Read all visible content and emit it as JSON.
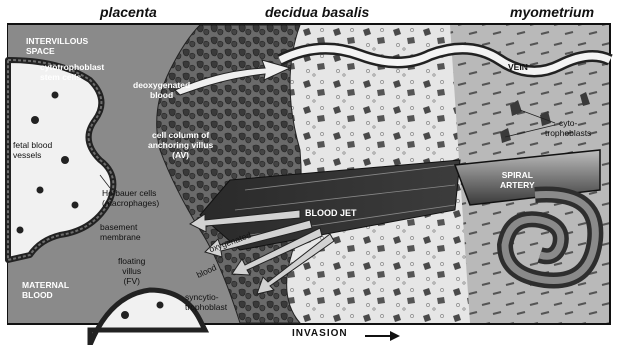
{
  "headers": {
    "placenta": "placenta",
    "decidua": "decidua basalis",
    "myometrium": "myometrium"
  },
  "labels": {
    "intervillous_space": "INTERVILLOUS\nSPACE",
    "cytotrophoblast_stem": "cytotrophoblast\nstem cells",
    "deoxygenated_blood": "deoxygenated\nblood",
    "vein": "VEIN",
    "fetal_blood_vessels": "fetal blood\nvessels",
    "cell_column": "cell column of\nanchoring villus\n(AV)",
    "cytotrophoblasts": "cyto-\ntrophoblasts",
    "hofbauer": "Hofbauer cells\n(macrophages)",
    "blood_jet": "BLOOD JET",
    "spiral_artery": "SPIRAL\nARTERY",
    "basement_membrane": "basement\nmembrane",
    "oxygenated": "oxygenated",
    "blood": "blood",
    "floating_villus": "floating\nvillus\n(FV)",
    "maternal_blood": "MATERNAL\nBLOOD",
    "syncytiotrophoblast": "syncytio-\ntrophoblast"
  },
  "footer": {
    "invasion": "INVASION"
  }
}
